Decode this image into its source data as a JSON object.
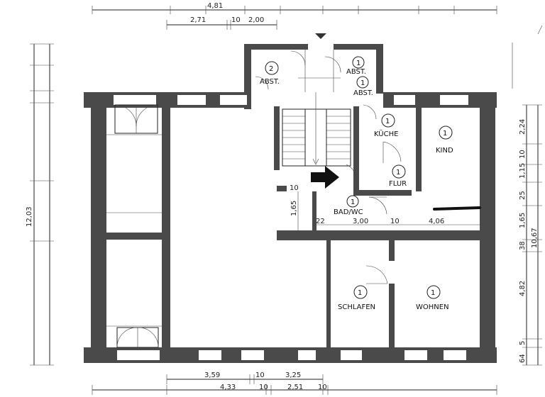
{
  "dimensions": {
    "top_total": "4,81",
    "top_a": "2,71",
    "top_b": "10",
    "top_c": "2,00",
    "bottom_row1_a": "3,59",
    "bottom_row1_b": "10",
    "bottom_row1_c": "3,25",
    "bottom_row2_a": "4,33",
    "bottom_row2_b": "10",
    "bottom_row2_c": "2,51",
    "bottom_row2_d": "10",
    "right_total": "10,67",
    "right_segments": [
      "2,24",
      "10",
      "1,15",
      "25",
      "1,65",
      "38",
      "4,82",
      "5",
      "64"
    ],
    "left_total": "12,03",
    "inner_a": "1,65",
    "inner_b": "22",
    "inner_c": "3,00",
    "inner_d": "10",
    "inner_e": "4,06",
    "inner_f": "10"
  },
  "rooms": [
    {
      "num": "2",
      "name": "ABST."
    },
    {
      "num": "1",
      "name": "ABST."
    },
    {
      "num": "1",
      "name": "ABST."
    },
    {
      "num": "1",
      "name": "KÜCHE"
    },
    {
      "num": "1",
      "name": "KIND"
    },
    {
      "num": "1",
      "name": "FLUR"
    },
    {
      "num": "1",
      "name": "BAD/WC"
    },
    {
      "num": "1",
      "name": "SCHLAFEN"
    },
    {
      "num": "1",
      "name": "WOHNEN"
    }
  ],
  "colors": {
    "wall": "#4a4a4a",
    "ink": "#222222",
    "arrow": "#111111"
  },
  "markers": {
    "arrow_icon": "right-arrow-icon",
    "entry_icon": "down-triangle-icon"
  }
}
